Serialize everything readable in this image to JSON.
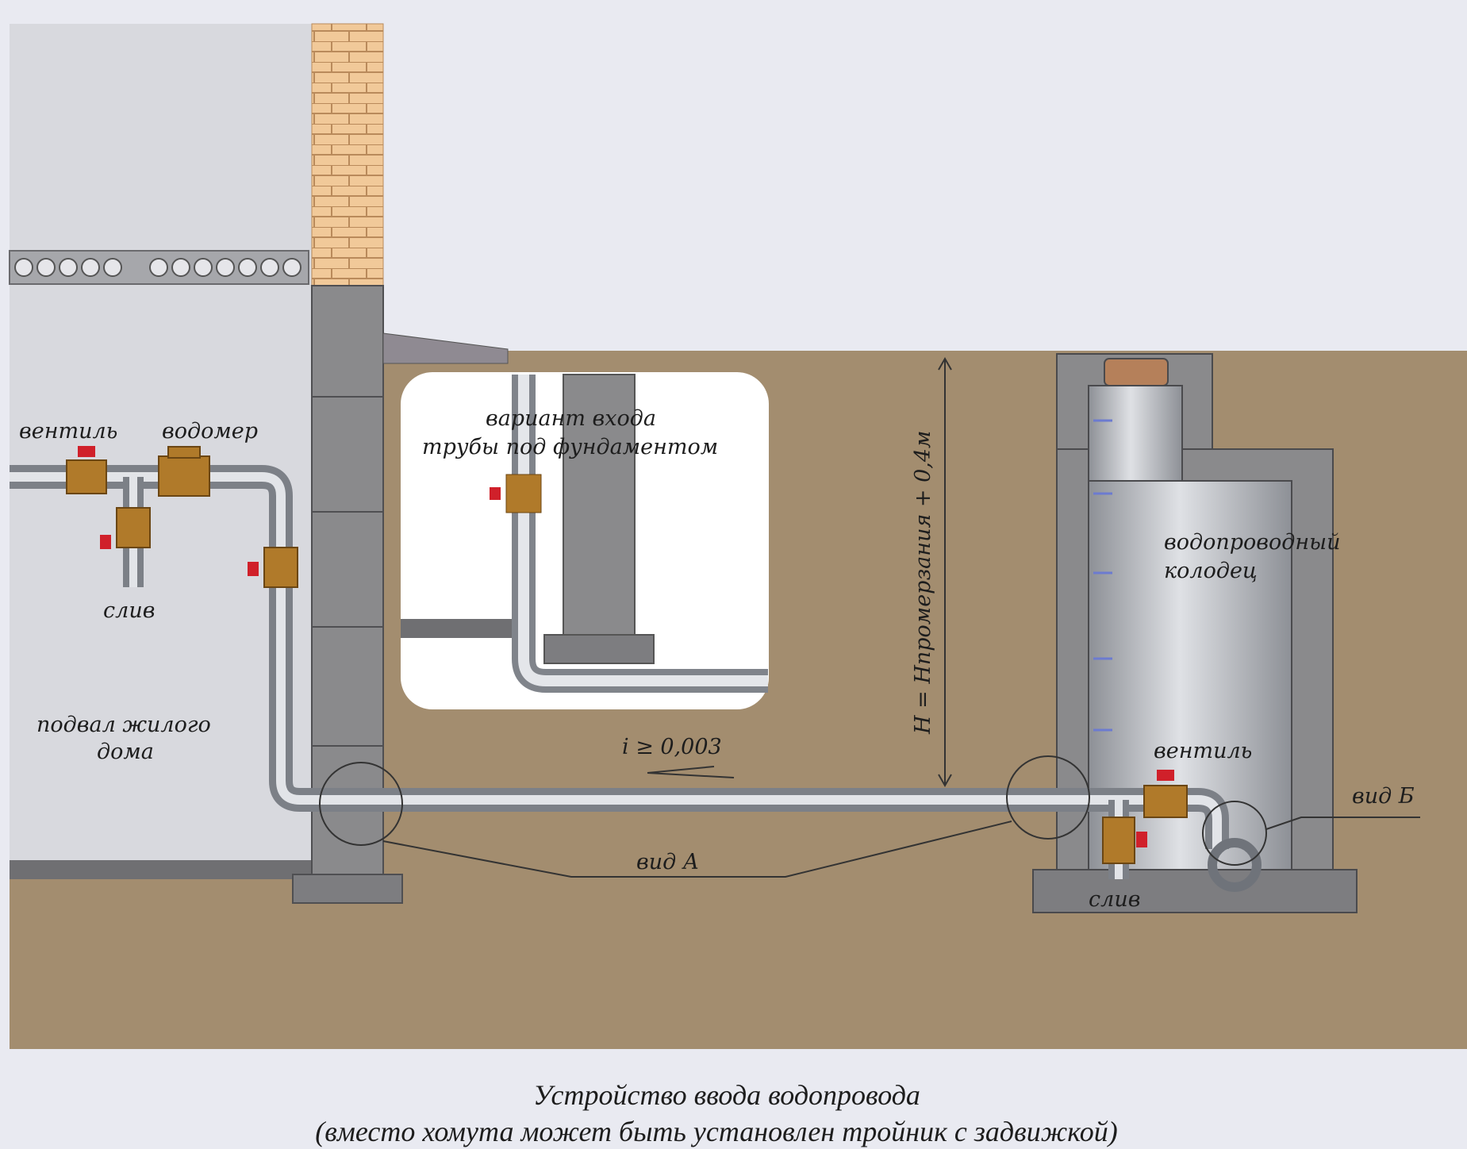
{
  "labels": {
    "valve_house": "вентиль",
    "water_meter": "водомер",
    "drain_house": "слив",
    "basement": [
      "подвал жилого",
      "дома"
    ],
    "inset": [
      "вариант входа",
      "трубы под фундаментом"
    ],
    "slope": "i ≥ 0,003",
    "depth": "H = Hпромерзания + 0,4м",
    "well": [
      "водопроводный",
      "колодец"
    ],
    "valve_well": "вентиль",
    "view_b": "вид Б",
    "view_a": "вид А",
    "drain_well": "слив"
  },
  "caption": {
    "title": "Устройство ввода водопровода",
    "subtitle": "(вместо хомута может быть установлен тройник с задвижкой)"
  },
  "colors": {
    "background": "#e9eaf1",
    "soil": "#a38d6f",
    "concrete": "#8a8a8c",
    "pipe": "#b9bcc2",
    "fitting": "#b07a2a",
    "valve_handle": "#d0202a",
    "brick": "#f1c999"
  }
}
